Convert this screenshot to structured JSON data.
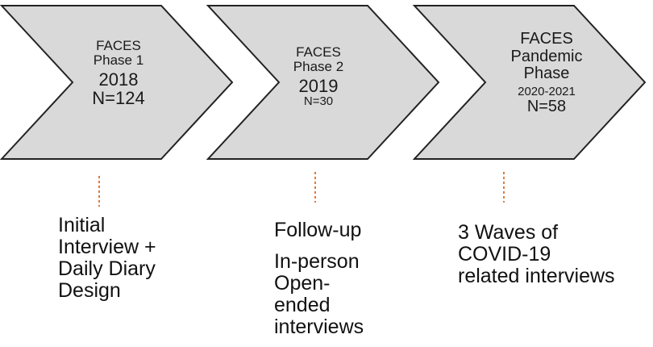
{
  "colors": {
    "chevron_fill": "#d9d9d9",
    "chevron_stroke": "#222222",
    "connector": "#e07a3a"
  },
  "phases": [
    {
      "title": "FACES",
      "subtitle": "Phase 1",
      "year": "2018",
      "n": "N=124",
      "description": [
        "Initial",
        "Interview +",
        "Daily Diary",
        "Design"
      ]
    },
    {
      "title": "FACES",
      "subtitle": "Phase 2",
      "year": "2019",
      "n": "N=30",
      "description_top": "Follow-up",
      "description": [
        "In-person",
        "Open-",
        "ended",
        "interviews"
      ]
    },
    {
      "title": "FACES",
      "subtitle": "Pandemic",
      "subtitle2": "Phase",
      "year": "2020-2021",
      "n": "N=58",
      "description": [
        "3 Waves of",
        "COVID-19",
        "related interviews"
      ]
    }
  ]
}
